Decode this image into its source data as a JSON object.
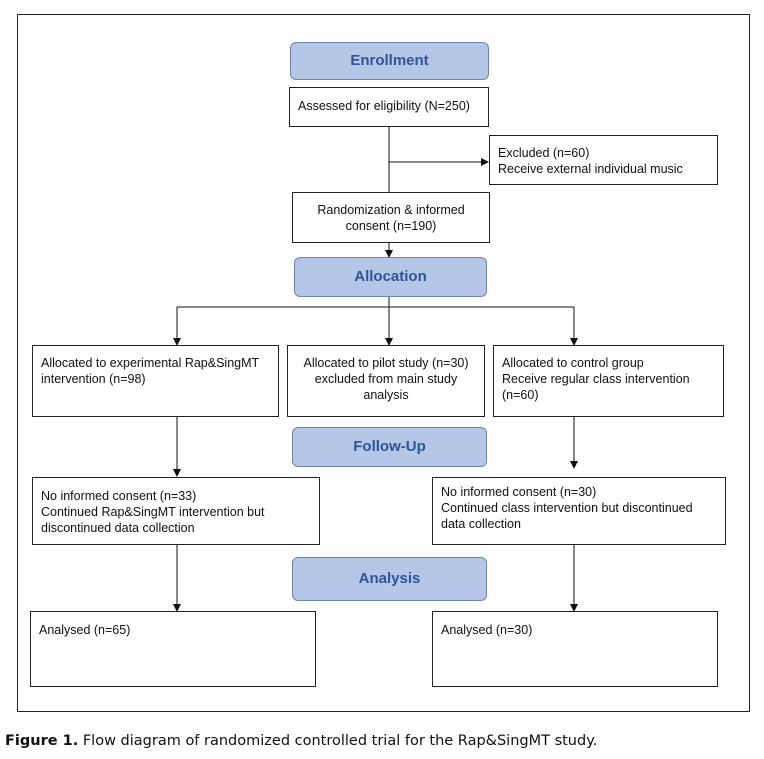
{
  "stages": {
    "enrollment": "Enrollment",
    "allocation": "Allocation",
    "followup": "Follow-Up",
    "analysis": "Analysis"
  },
  "boxes": {
    "assessed": [
      "Assessed for eligibility (N=250)"
    ],
    "excluded": [
      "Excluded (n=60)",
      "Receive external individual music"
    ],
    "randomization": [
      "Randomization & informed",
      "consent (n=190)"
    ],
    "alloc_experimental": [
      "Allocated to experimental Rap&SingMT",
      "intervention (n=98)"
    ],
    "alloc_pilot": [
      "Allocated to pilot study (n=30)",
      "excluded from main study",
      "analysis"
    ],
    "alloc_control": [
      "Allocated to control group",
      "Receive regular class intervention",
      "(n=60)"
    ],
    "followup_experimental": [
      "No informed consent (n=33)",
      "Continued Rap&SingMT intervention but",
      "discontinued data collection"
    ],
    "followup_control": [
      "No informed consent (n=30)",
      "Continued class intervention but discontinued",
      "data collection"
    ],
    "analysis_experimental": [
      "Analysed  (n=65)"
    ],
    "analysis_control": [
      "Analysed  (n=30)"
    ]
  },
  "caption": {
    "label": "Figure 1.",
    "text": "Flow diagram of randomized controlled trial for the Rap&SingMT study."
  }
}
